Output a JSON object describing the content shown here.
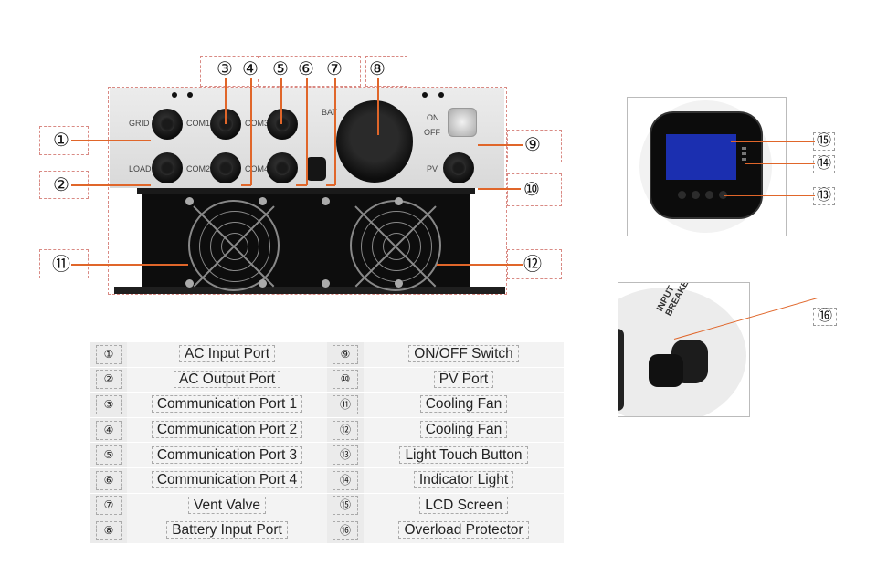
{
  "main_diagram": {
    "port_labels": {
      "grid": "GRID",
      "load": "LOAD",
      "com1": "COM1",
      "com2": "COM2",
      "com3": "COM3",
      "com4": "COM4",
      "bat": "BAT",
      "on": "ON",
      "off": "OFF",
      "pv": "PV"
    },
    "callouts": [
      "①",
      "②",
      "③",
      "④",
      "⑤",
      "⑥",
      "⑦",
      "⑧",
      "⑨",
      "⑩",
      "⑪",
      "⑫"
    ]
  },
  "lcd_panel": {
    "callouts": [
      "⑮",
      "⑭",
      "⑬"
    ]
  },
  "breaker_panel": {
    "engraving": "INPUT BREAKER",
    "callout": "⑯"
  },
  "legend": {
    "left": [
      {
        "num": "①",
        "label": "AC Input Port"
      },
      {
        "num": "②",
        "label": "AC Output Port"
      },
      {
        "num": "③",
        "label": "Communication Port 1"
      },
      {
        "num": "④",
        "label": "Communication Port 2"
      },
      {
        "num": "⑤",
        "label": "Communication Port 3"
      },
      {
        "num": "⑥",
        "label": "Communication Port 4"
      },
      {
        "num": "⑦",
        "label": "Vent Valve"
      },
      {
        "num": "⑧",
        "label": "Battery Input Port"
      }
    ],
    "right": [
      {
        "num": "⑨",
        "label": "ON/OFF Switch"
      },
      {
        "num": "⑩",
        "label": "PV Port"
      },
      {
        "num": "⑪",
        "label": "Cooling Fan"
      },
      {
        "num": "⑫",
        "label": "Cooling Fan"
      },
      {
        "num": "⑬",
        "label": "Light Touch Button"
      },
      {
        "num": "⑭",
        "label": "Indicator Light"
      },
      {
        "num": "⑮",
        "label": "LCD Screen"
      },
      {
        "num": "⑯",
        "label": "Overload Protector"
      }
    ]
  }
}
